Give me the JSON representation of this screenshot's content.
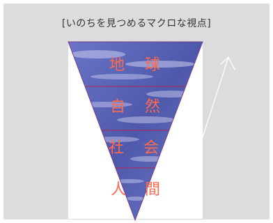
{
  "title": "[いのちを見つめるマクロな視点]",
  "layers": [
    {
      "left": "地",
      "right": "球"
    },
    {
      "left": "自",
      "right": "然"
    },
    {
      "left": "社",
      "right": "会"
    },
    {
      "left": "人",
      "right": "間"
    }
  ],
  "colors": {
    "panel": "#dcdcdc",
    "sky": "#5a63b8",
    "divider": "#a0306a",
    "label": "#ff6a4d",
    "arrow": "#ffffff"
  },
  "icons": {
    "arrow": "upward-arrow-icon"
  }
}
